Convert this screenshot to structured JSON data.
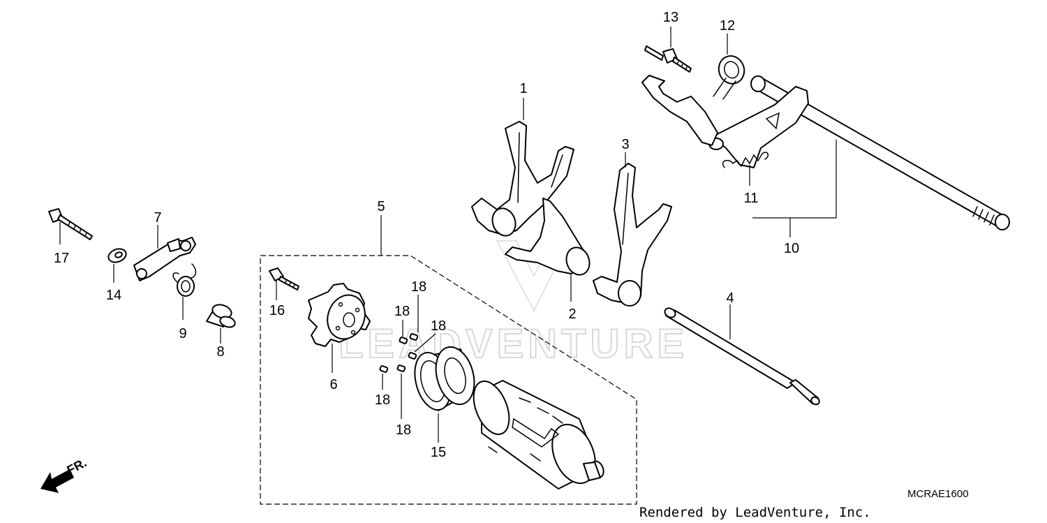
{
  "diagram": {
    "code": "MCRAE1600",
    "credit": "Rendered by LeadVenture, Inc.",
    "watermark": "LEADVENTURE",
    "front_label": "FR.",
    "callouts": [
      {
        "id": "c1",
        "text": "1"
      },
      {
        "id": "c2",
        "text": "2"
      },
      {
        "id": "c3",
        "text": "3"
      },
      {
        "id": "c4",
        "text": "4"
      },
      {
        "id": "c5",
        "text": "5"
      },
      {
        "id": "c6",
        "text": "6"
      },
      {
        "id": "c7",
        "text": "7"
      },
      {
        "id": "c8",
        "text": "8"
      },
      {
        "id": "c9",
        "text": "9"
      },
      {
        "id": "c10",
        "text": "10"
      },
      {
        "id": "c11",
        "text": "11"
      },
      {
        "id": "c12",
        "text": "12"
      },
      {
        "id": "c13",
        "text": "13"
      },
      {
        "id": "c14",
        "text": "14"
      },
      {
        "id": "c15",
        "text": "15"
      },
      {
        "id": "c16",
        "text": "16"
      },
      {
        "id": "c17",
        "text": "17"
      },
      {
        "id": "c18a",
        "text": "18"
      },
      {
        "id": "c18b",
        "text": "18"
      },
      {
        "id": "c18c",
        "text": "18"
      },
      {
        "id": "c18d",
        "text": "18"
      },
      {
        "id": "c18e",
        "text": "18"
      }
    ]
  }
}
